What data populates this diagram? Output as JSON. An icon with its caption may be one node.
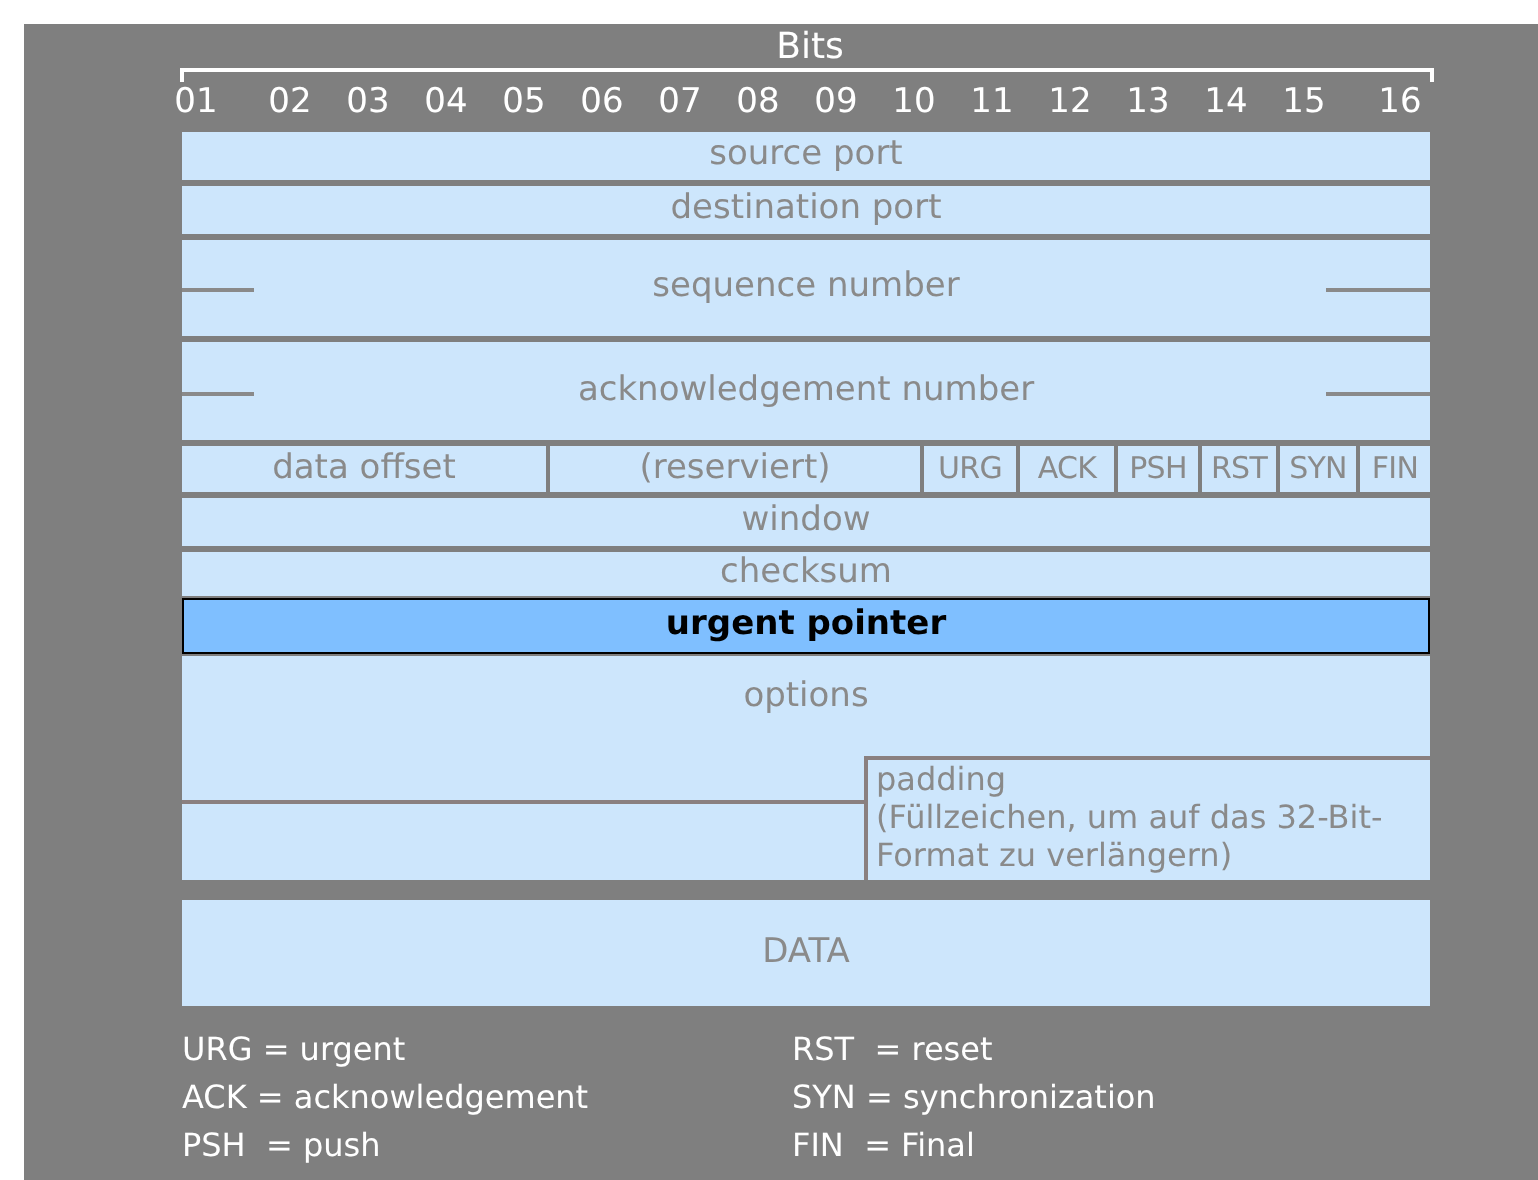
{
  "diagram": {
    "nodes": [
      {
        "text": [
          "source port"
        ]
      },
      {
        "text": [
          "destination port"
        ]
      },
      {
        "text": [
          "sequence number"
        ]
      },
      {
        "text": [
          "acknowledgement number"
        ]
      },
      {
        "text": [
          "data offset"
        ]
      },
      {
        "text": [
          "(reserviert)"
        ]
      },
      {
        "text": [
          "URG"
        ]
      },
      {
        "text": [
          "ACK"
        ]
      },
      {
        "text": [
          "PSH"
        ]
      },
      {
        "text": [
          "RST"
        ]
      },
      {
        "text": [
          "SYN"
        ]
      },
      {
        "text": [
          "FIN"
        ]
      },
      {
        "text": [
          "window"
        ]
      },
      {
        "text": [
          "checksum"
        ]
      },
      {
        "text": [
          "urgent pointer"
        ]
      },
      {
        "text": [
          "options"
        ]
      },
      {
        "text": [
          "padding",
          "(Füllzeichen, um auf das 32-Bit-Format zu verlängern)"
        ],
        "in": 15
      },
      {
        "text": [
          "DATA"
        ]
      }
    ],
    "labels": [
      "Bits",
      "01",
      "02",
      "03",
      "04",
      "05",
      "06",
      "07",
      "08",
      "09",
      "10",
      "11",
      "12",
      "13",
      "14",
      "15",
      "16",
      "URG = urgent",
      "RST  = reset",
      "ACK = acknowledgement",
      "SYN = synchronization",
      "PSH  = push",
      "FIN  = Final"
    ]
  }
}
